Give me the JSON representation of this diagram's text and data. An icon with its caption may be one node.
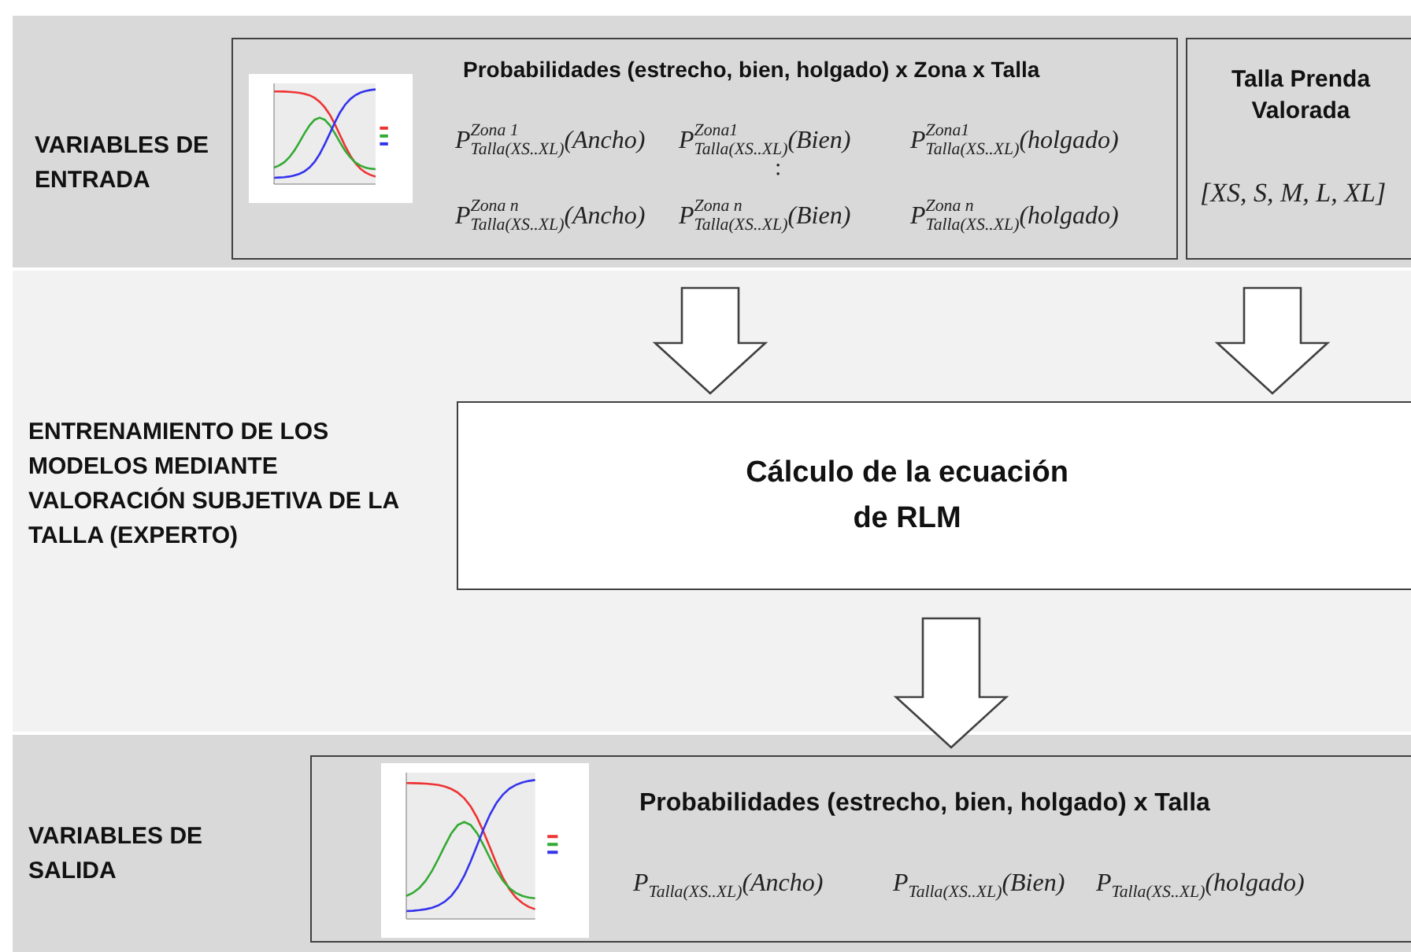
{
  "diagram": {
    "nodes": [
      {
        "text": [
          "VARIABLES DE ENTRADA"
        ]
      },
      {
        "text": [
          "Probabilidades (estrecho, bien, holgado) x Zona x Talla",
          "P$^{Zona 1}$$_{Talla(XS..XL)}$(Ancho)",
          "P$^{Zona1}$$_{Talla(XS..XL)}$(Bien)",
          "P$^{Zona1}$$_{Talla(XS..XL)}$(holgado)",
          ":",
          "P$^{Zona n}$$_{Talla(XS..XL)}$(Ancho)",
          "P$^{Zona n}$$_{Talla(XS..XL)}$(Bien)",
          "P$^{Zona n}$$_{Talla(XS..XL)}$(holgado)"
        ],
        "in": 0
      },
      {
        "text": [
          "Talla Prenda Valorada",
          "[XS, S, M, L, XL]"
        ],
        "in": 0
      },
      {
        "text": [
          "ENTRENAMIENTO DE LOS MODELOS  MEDIANTE VALORACIÓN SUBJETIVA DE LA TALLA (EXPERTO)"
        ]
      },
      {
        "text": [
          "Cálculo de la ecuación de RLM"
        ],
        "in": 3
      },
      {
        "text": [
          "VARIABLES DE SALIDA"
        ]
      },
      {
        "text": [
          "Probabilidades (estrecho, bien, holgado) x Talla",
          "P$_{Talla(XS..XL)}$(Ancho)",
          "P$_{Talla(XS..XL)}$(Bien)",
          "P$_{Talla(XS..XL)}$(holgado)"
        ],
        "in": 5
      }
    ],
    "edges": [
      {
        "from": 1,
        "to": 4,
        "arrow": "to"
      },
      {
        "from": 2,
        "to": 4,
        "arrow": "to"
      },
      {
        "from": 4,
        "to": 6,
        "arrow": "to"
      }
    ]
  }
}
